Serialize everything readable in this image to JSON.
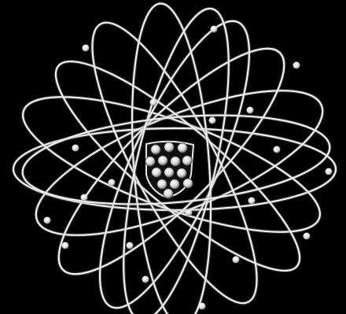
{
  "image": {
    "subject": "atom-model",
    "colors": {
      "background": "#000000",
      "orbit": "#f1f1f1",
      "electron": "#f4f4f4",
      "nucleus_particle": "#e8e8e8",
      "nucleus_core": "#111111"
    },
    "orbit_count": 10,
    "electron_count": 20,
    "nucleus_particle_count": 14
  }
}
